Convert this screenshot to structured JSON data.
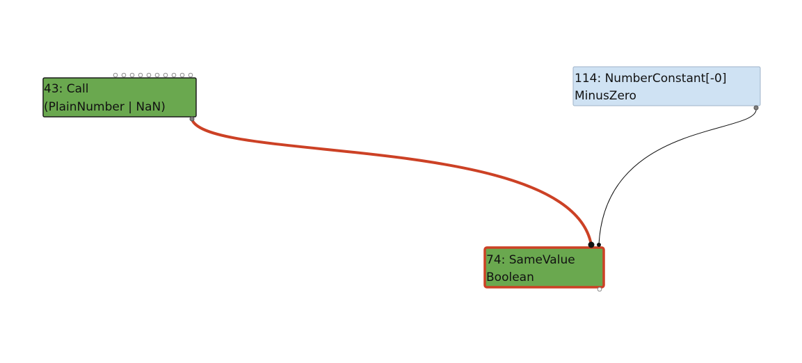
{
  "graph": {
    "nodes": [
      {
        "id": "node-43",
        "line1": "43: Call",
        "line2": "(PlainNumber | NaN)",
        "fill": "#6aa84f",
        "border": "#1a1a1a",
        "selected": false,
        "input_ports": 10
      },
      {
        "id": "node-114",
        "line1": "114: NumberConstant[-0]",
        "line2": "MinusZero",
        "fill": "#cfe2f3",
        "border": "#9fb3c8",
        "selected": false,
        "input_ports": 0
      },
      {
        "id": "node-74",
        "line1": "74: SameValue",
        "line2": "Boolean",
        "fill": "#6aa84f",
        "border": "#cc4125",
        "selected": true,
        "input_ports": 2
      }
    ],
    "edges": [
      {
        "from": "43: Call",
        "to": "74: SameValue",
        "color": "#cc4125",
        "highlighted": true
      },
      {
        "from": "114: NumberConstant[-0]",
        "to": "74: SameValue",
        "color": "#111111",
        "highlighted": false
      }
    ]
  }
}
